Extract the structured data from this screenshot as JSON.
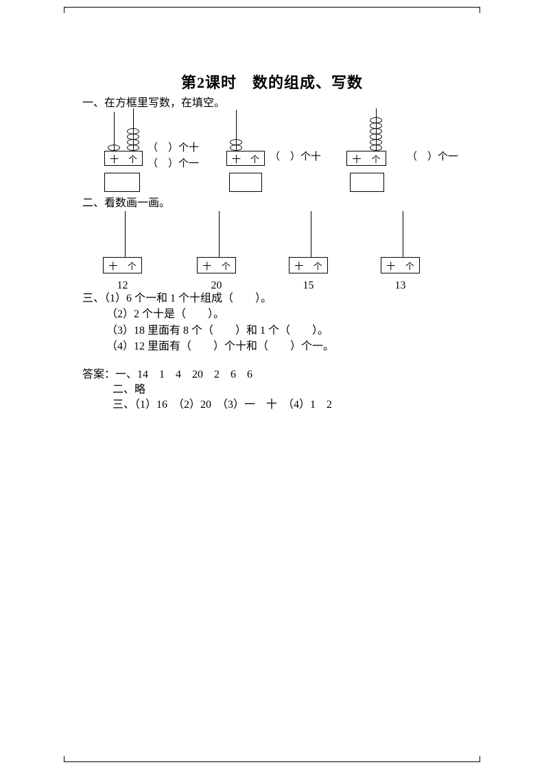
{
  "title": "第2课时　数的组成、写数",
  "abacus_frame": {
    "tens": "十",
    "ones": "个"
  },
  "section1": {
    "heading": "一、在方框里写数，在填空。",
    "abacuses": [
      {
        "tens_beads": 1,
        "ones_beads": 4,
        "label_tens": "（　）个十",
        "label_ones": "（　）个一"
      },
      {
        "tens_beads": 2,
        "ones_beads": 0,
        "label_tens": "（　）个十"
      },
      {
        "tens_beads": 0,
        "ones_beads": 6,
        "label_ones": "（　）个一"
      }
    ]
  },
  "section2": {
    "heading": "二、看数画一画。",
    "numbers": [
      "12",
      "20",
      "15",
      "13"
    ]
  },
  "section3": {
    "lines": [
      "三、（1）6 个一和 1 个十组成（　　）。",
      "（2）2 个十是（　　）。",
      "（3）18 里面有 8 个（　　）和 1 个（　　）。",
      "（4）12 里面有（　　）个十和（　　）个一。"
    ]
  },
  "answers": {
    "line1": "答案：一、14　1　4　20　2　6　6",
    "line2": "二、略",
    "line3": "三、（1）16　（2）20　（3）一　十　（4）1　2"
  }
}
